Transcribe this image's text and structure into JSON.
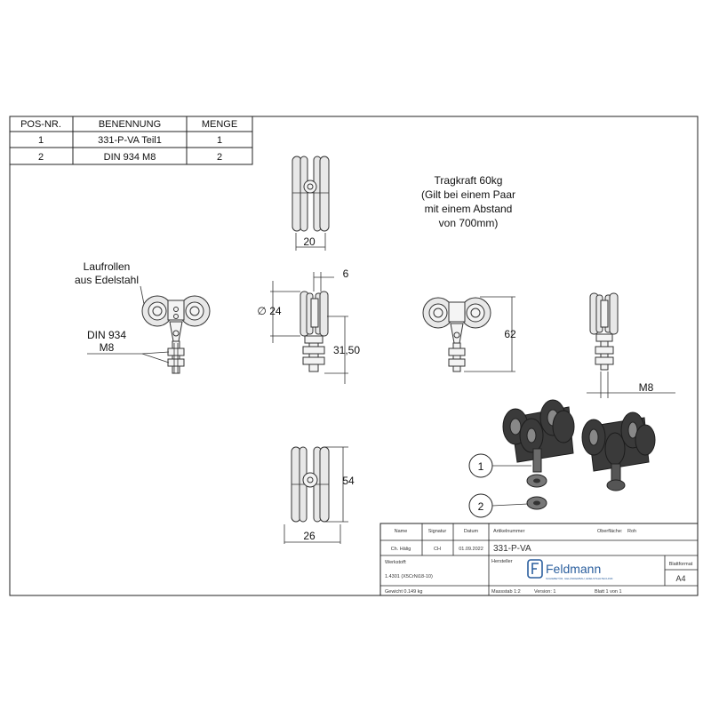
{
  "parts_table": {
    "headers": [
      "POS-NR.",
      "BENENNUNG",
      "MENGE"
    ],
    "rows": [
      [
        "1",
        "331-P-VA Teil1",
        "1"
      ],
      [
        "2",
        "DIN 934 M8",
        "2"
      ]
    ]
  },
  "notes": {
    "load_lines": [
      "Tragkraft 60kg",
      "(Gilt bei einem Paar",
      "mit einem Abstand",
      "von 700mm)"
    ],
    "rollers_lines": [
      "Laufrollen",
      "aus Edelstahl"
    ],
    "nut_lines": [
      "DIN 934",
      "M8"
    ]
  },
  "dimensions": {
    "top_width": "20",
    "axle_width": "6",
    "diameter": "∅ 24",
    "stem_height": "31,50",
    "total_height": "62",
    "thread": "M8",
    "bottom_height": "54",
    "bottom_width": "26"
  },
  "balloons": [
    "1",
    "2"
  ],
  "title_block": {
    "name_label": "Name",
    "signature_label": "Signatur",
    "date_label": "Datum",
    "article_label": "Artikelnummer",
    "surface_label": "Oberfläche:",
    "surface_value": "Roh",
    "name_value": "Ch. Hälig",
    "signature_value": "CH",
    "date_value": "01.09.2022",
    "article_value": "331-P-VA",
    "material_label": "Werkstoff:",
    "material_value": "1.4301 (X5CrNi18-10)",
    "manufacturer_label": "Hersteller",
    "company": "Feldmann",
    "company_tagline": "SCHIEBETÜR, GELÄNDERBAU, EDELSTAHLTECHNIK",
    "format_label": "Blattformat",
    "format_value": "A4",
    "weight": "Gewicht 0.149 kg",
    "scale": "Massstab 1:2",
    "version": "Version: 1",
    "sheet": "Blatt 1 von 1"
  }
}
